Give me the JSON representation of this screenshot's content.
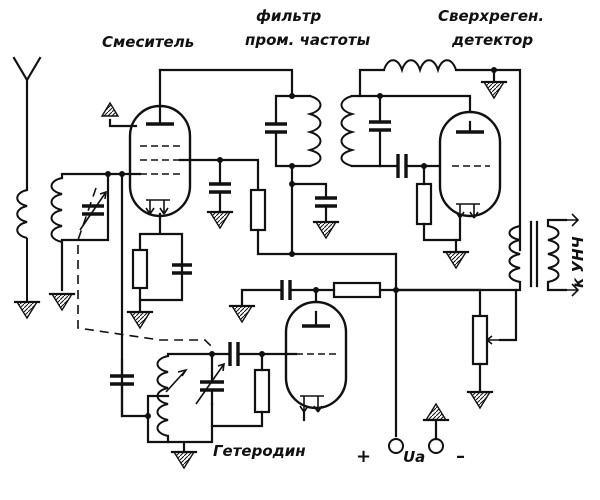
{
  "labels": {
    "mixer": "Смеситель",
    "if_filter_line1": "фильтр",
    "if_filter_line2": "пром. частоты",
    "detector_line1": "Сверхреген.",
    "detector_line2": "детектор",
    "oscillator": "Гетеродин",
    "to_amp": "к УНЧ",
    "plus": "+",
    "supply": "Uа",
    "minus": "–"
  },
  "colors": {
    "ink": "#111111",
    "paper": "#ffffff"
  }
}
